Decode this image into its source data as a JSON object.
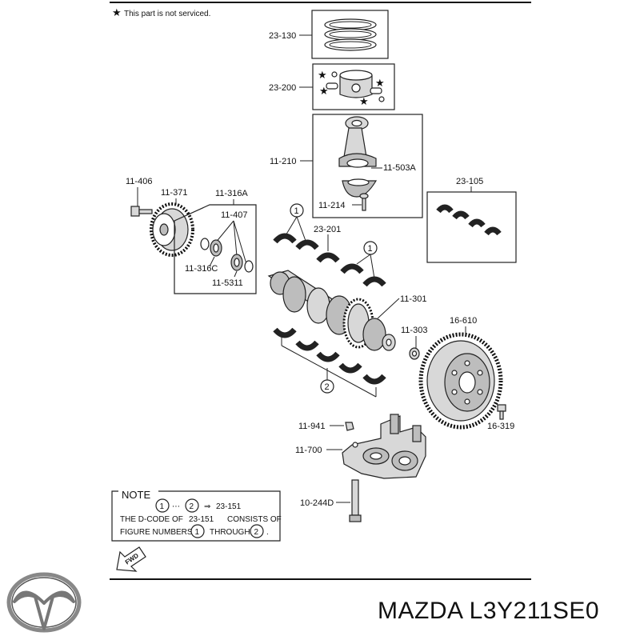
{
  "legend": {
    "star": "★",
    "text": "This part is not serviced."
  },
  "labels": {
    "p23_130": "23-130",
    "p23_200": "23-200",
    "p11_210": "11-210",
    "p11_503A": "11-503A",
    "p11_214": "11-214",
    "p23_105": "23-105",
    "p11_406": "11-406",
    "p11_371": "11-371",
    "p11_316A": "11-316A",
    "p11_407": "11-407",
    "p11_316C": "11-316C",
    "p11_5311": "11-5311",
    "p23_201": "23-201",
    "p11_301": "11-301",
    "p11_303": "11-303",
    "p16_610": "16-610",
    "p16_319": "16-319",
    "p11_941": "11-941",
    "p11_700": "11-700",
    "p10_244D": "10-244D"
  },
  "callouts": {
    "one": "1",
    "two": "2"
  },
  "note": {
    "title": "NOTE",
    "line1_range": "⋯",
    "line1_arrow": "⇒",
    "line1_code": "23-151",
    "line2_a": "THE D-CODE OF",
    "line2_code": "23-151",
    "line2_b": "CONSISTS OF",
    "line3_a": "FIGURE NUMBERS",
    "line3_b": "THROUGH",
    "line3_end": "."
  },
  "fwd": "FWD",
  "brand": {
    "logo_icon": "mazda-logo-icon",
    "text": "MAZDA L3Y211SE0"
  }
}
